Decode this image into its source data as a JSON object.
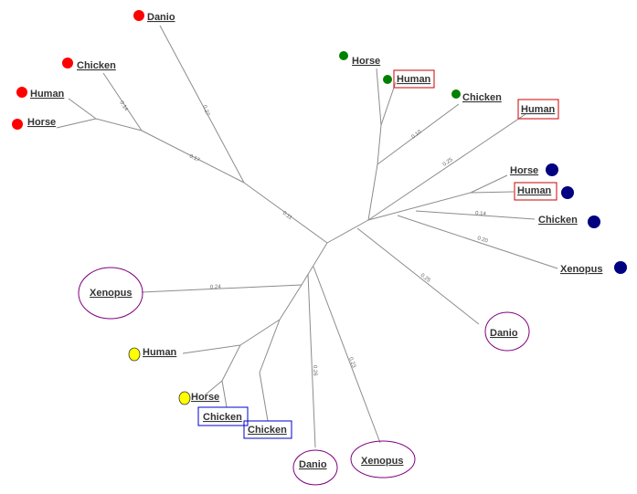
{
  "palette": {
    "red": "#ff0000",
    "green": "#008000",
    "navy": "#000080",
    "yellow": "#ffff00",
    "box_red": "#cc0000",
    "box_blue": "#0000cc",
    "ellipse_purple": "#800080"
  },
  "leaves": {
    "red_danio": "Danio",
    "red_chicken": "Chicken",
    "red_human": "Human",
    "red_horse": "Horse",
    "green_horse": "Horse",
    "green_human": "Human",
    "green_chicken": "Chicken",
    "boxed_human": "Human",
    "navy_horse": "Horse",
    "navy_human": "Human",
    "navy_chicken": "Chicken",
    "navy_xenopus": "Xenopus",
    "circled_danio_right": "Danio",
    "circled_xenopus_left": "Xenopus",
    "yellow_human": "Human",
    "yellow_horse": "Horse",
    "boxed_chicken_a": "Chicken",
    "boxed_chicken_b": "Chicken",
    "circled_danio_bottom": "Danio",
    "circled_xenopus_bottom": "Xenopus"
  },
  "branch_labels": {
    "red_danio": "0.27",
    "red_chicken": "0.14",
    "red_clade": "0.17",
    "red_stem": "0.11",
    "green_chicken": "0.10",
    "boxed_human": "0.25",
    "navy_chicken": "0.14",
    "navy_xenopus": "0.20",
    "danio_right": "0.25",
    "xenopus_left": "0.24",
    "danio_bottom": "0.26",
    "xenopus_bottom": "0.23"
  }
}
